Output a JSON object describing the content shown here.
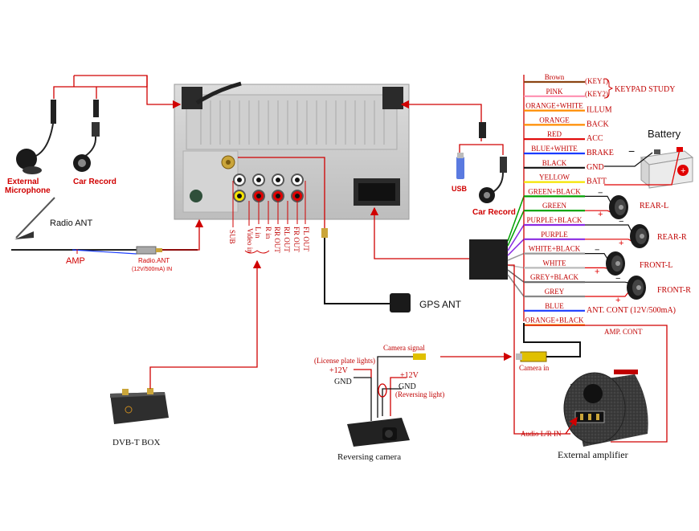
{
  "left_labels": {
    "external_microphone": "External\nMicrophone",
    "car_record_left": "Car Record",
    "radio_ant": "Radio ANT",
    "amp": "AMP",
    "radio_ant_in": "Radio.ANT\n(12V/500mA) IN",
    "dvb_t_box": "DVB-T BOX"
  },
  "head_unit_ports": [
    "SUB",
    "Video in",
    "L in",
    "R in",
    "RR OUT",
    "RL OUT",
    "FR OUT",
    "FL OUT"
  ],
  "center_labels": {
    "gps_ant": "GPS ANT",
    "reversing_camera": "Reversing camera",
    "license_plate_lights": "(License plate lights)",
    "plus12v_left": "+12V",
    "gnd_left": "GND",
    "camera_signal": "Camera signal",
    "plus12v_right": "+12V",
    "gnd_right": "GND",
    "reversing_light": "(Reversing light)",
    "camera_in": "Camera in"
  },
  "right_labels": {
    "usb": "USB",
    "car_record_right": "Car Record",
    "battery": "Battery",
    "keypad_study": "KEYPAD STUDY",
    "key1": "(KEY1)",
    "key2": "(KEY2)",
    "audio_lr_in": "Audio L/R IN",
    "external_amplifier": "External amplifier",
    "amp_cont": "AMP. CONT",
    "rear_l": "REAR-L",
    "rear_r": "REAR-R",
    "front_l": "FRONT-L",
    "front_r": "FRONT-R"
  },
  "wires": [
    {
      "label": "Brown",
      "color": "#8b4513",
      "function": ""
    },
    {
      "label": "PINK",
      "color": "#ff8fb0",
      "function": ""
    },
    {
      "label": "ORANGE+WHITE",
      "color": "#ff8c00",
      "function": "ILLUM"
    },
    {
      "label": "ORANGE",
      "color": "#ff8c00",
      "function": "BACK"
    },
    {
      "label": "RED",
      "color": "#e00000",
      "function": "ACC"
    },
    {
      "label": "BLUE+WHITE",
      "color": "#1a3cff",
      "function": "BRAKE"
    },
    {
      "label": "BLACK",
      "color": "#111111",
      "function": "GND"
    },
    {
      "label": "YELLOW",
      "color": "#f5e400",
      "function": "BATT"
    },
    {
      "label": "GREEN+BLACK",
      "color": "#00a000",
      "function": ""
    },
    {
      "label": "GREEN",
      "color": "#00a000",
      "function": ""
    },
    {
      "label": "PURPLE+BLACK",
      "color": "#8a2be2",
      "function": ""
    },
    {
      "label": "PURPLE",
      "color": "#8a2be2",
      "function": ""
    },
    {
      "label": "WHITE+BLACK",
      "color": "#999999",
      "function": ""
    },
    {
      "label": "WHITE",
      "color": "#bbbbbb",
      "function": ""
    },
    {
      "label": "GREY+BLACK",
      "color": "#666666",
      "function": ""
    },
    {
      "label": "GREY",
      "color": "#888888",
      "function": ""
    },
    {
      "label": "BLUE",
      "color": "#1a3cff",
      "function": "ANT. CONT (12V/500mA)"
    },
    {
      "label": "ORANGE+BLACK",
      "color": "#ff8c00",
      "function": ""
    }
  ],
  "polarity": {
    "minus": "−",
    "plus": "+"
  },
  "colors": {
    "accent": "#d00000",
    "unit_gray": "#c9c9c9"
  }
}
